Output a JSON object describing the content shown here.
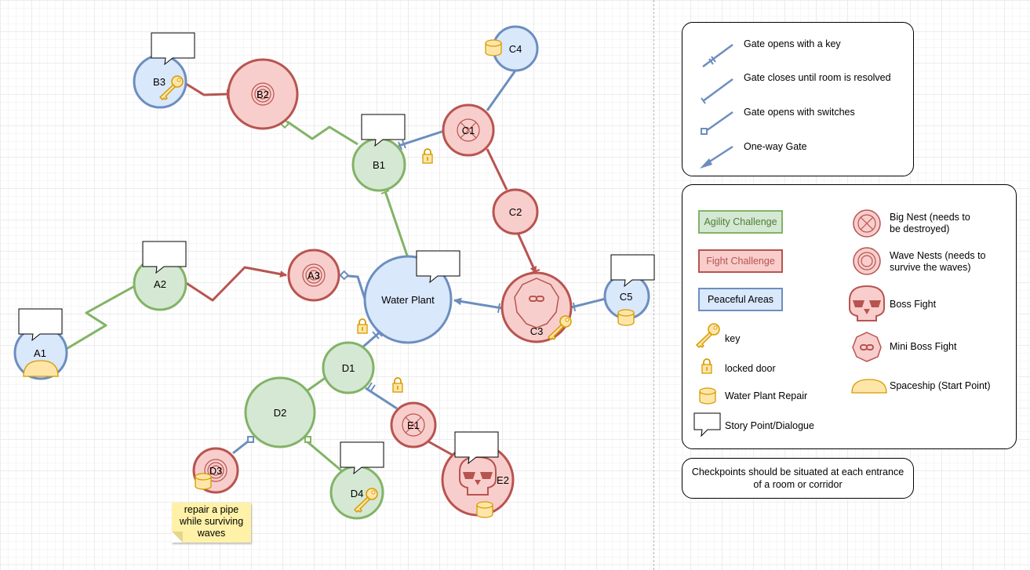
{
  "colors": {
    "agility_fill": "#d5e8d4",
    "agility_stroke": "#82b366",
    "fight_fill": "#f8cecc",
    "fight_stroke": "#b85450",
    "peaceful_fill": "#dae8fc",
    "peaceful_stroke": "#6c8ebf",
    "icon_fill": "#ffe6a8",
    "icon_stroke": "#d79b00",
    "agility_text": "#4d7f32",
    "fight_text": "#b85450"
  },
  "rooms": {
    "water_plant": "Water Plant",
    "a1": "A1",
    "a2": "A2",
    "a3": "A3",
    "b1": "B1",
    "b2": "B2",
    "b3": "B3",
    "c1": "C1",
    "c2": "C2",
    "c3": "C3",
    "c4": "C4",
    "c5": "C5",
    "d1": "D1",
    "d2": "D2",
    "d3": "D3",
    "d4": "D4",
    "e1": "E1",
    "e2": "E2"
  },
  "note": {
    "line1": "repair a pipe",
    "line2": "while surviving",
    "line3": "waves"
  },
  "gate_legend": {
    "key_gate": "Gate opens with a key",
    "closing_gate": "Gate closes until room is resolved",
    "switch_gate": "Gate opens with switches",
    "one_way": "One-way Gate"
  },
  "legend": {
    "agility": "Agility Challenge",
    "fight": "Fight Challenge",
    "peaceful": "Peaceful Areas",
    "key": "key",
    "locked_door": "locked door",
    "water_plant_repair": "Water Plant Repair",
    "story_point": "Story Point/Dialogue",
    "big_nest_1": "Big Nest (needs to",
    "big_nest_2": "be destroyed)",
    "wave_nests_1": "Wave Nests (needs to",
    "wave_nests_2": "survive the waves)",
    "boss_fight": "Boss Fight",
    "mini_boss": "Mini Boss Fight",
    "spaceship": "Spaceship (Start Point)"
  },
  "checkpoint_note": {
    "line1": "Checkpoints should be situated at each entrance",
    "line2": "of a room or corridor"
  }
}
